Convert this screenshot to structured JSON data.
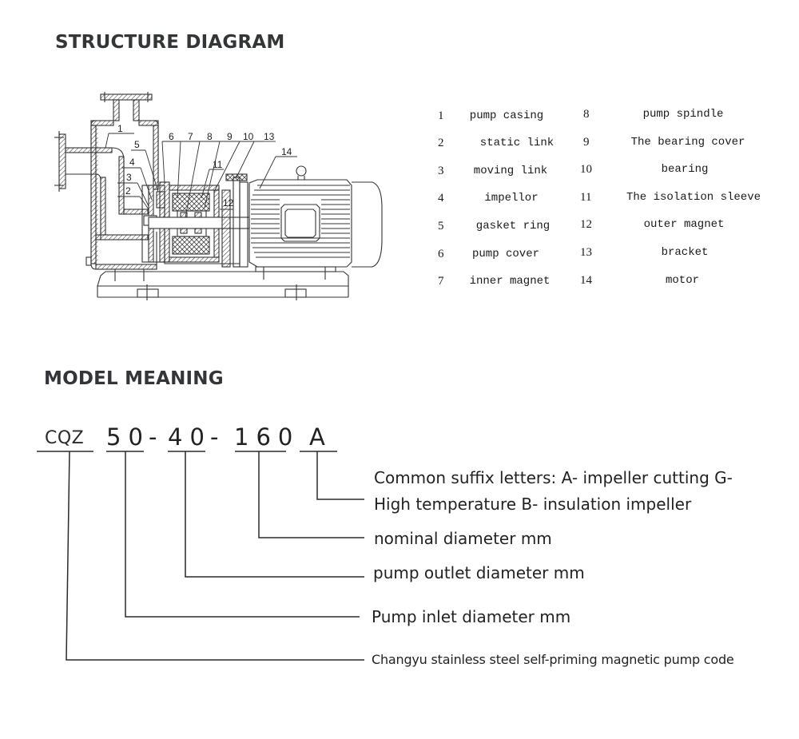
{
  "sections": {
    "structure_title": "STRUCTURE DIAGRAM",
    "model_title": "MODEL MEANING"
  },
  "diagram": {
    "callouts": [
      "1",
      "2",
      "3",
      "4",
      "5",
      "6",
      "7",
      "8",
      "9",
      "10",
      "11",
      "12",
      "13",
      "14"
    ]
  },
  "parts": [
    {
      "num": "1",
      "name": "pump casing"
    },
    {
      "num": "2",
      "name": "static link"
    },
    {
      "num": "3",
      "name": "moving link"
    },
    {
      "num": "4",
      "name": "impellor"
    },
    {
      "num": "5",
      "name": "gasket ring"
    },
    {
      "num": "6",
      "name": "pump cover"
    },
    {
      "num": "7",
      "name": "inner magnet"
    },
    {
      "num": "8",
      "name": "pump spindle"
    },
    {
      "num": "9",
      "name": "The bearing cover"
    },
    {
      "num": "10",
      "name": "bearing"
    },
    {
      "num": "11",
      "name": "The isolation sleeve"
    },
    {
      "num": "12",
      "name": "outer magnet"
    },
    {
      "num": "13",
      "name": "bracket"
    },
    {
      "num": "14",
      "name": "motor"
    }
  ],
  "model": {
    "segments": [
      "CQZ",
      "50",
      "-",
      "40",
      "-",
      "160",
      "A"
    ],
    "meanings": {
      "suffix_line1": "Common suffix letters: A- impeller cutting G-",
      "suffix_line2": "High temperature B- insulation impeller",
      "nominal": "nominal diameter mm",
      "outlet": "pump outlet diameter mm",
      "inlet": "Pump inlet diameter mm",
      "code": "Changyu stainless steel self-priming magnetic pump code"
    }
  }
}
